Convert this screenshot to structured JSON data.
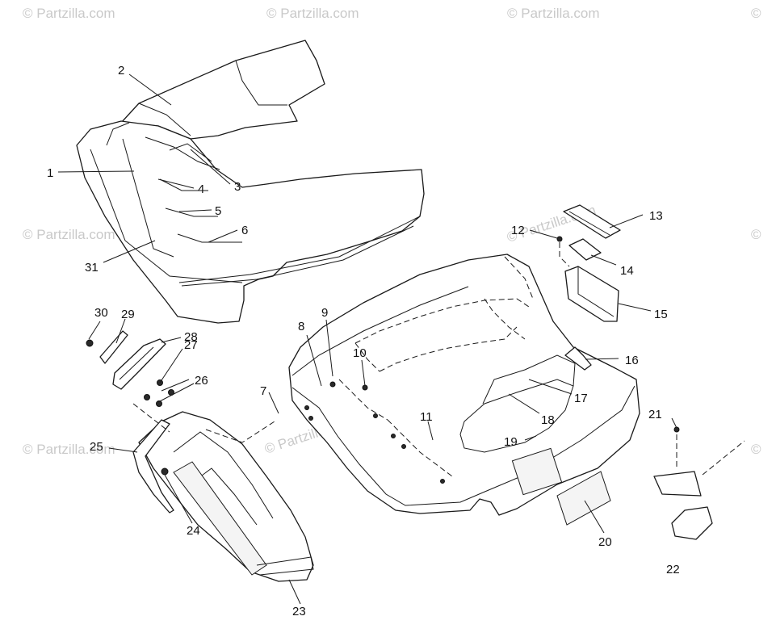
{
  "watermark": {
    "text": "© Partzilla.com",
    "text_short": "© Partzilla",
    "text_edge": "©"
  },
  "callouts": {
    "c1": "1",
    "c2": "2",
    "c3": "3",
    "c4": "4",
    "c5": "5",
    "c6": "6",
    "c7": "7",
    "c8": "8",
    "c9": "9",
    "c10": "10",
    "c11": "11",
    "c12": "12",
    "c13": "13",
    "c14": "14",
    "c15": "15",
    "c16": "16",
    "c17": "17",
    "c18": "18",
    "c19": "19",
    "c20": "20",
    "c21": "21",
    "c22": "22",
    "c23": "23",
    "c24": "24",
    "c25": "25",
    "c26": "26",
    "c27": "27",
    "c28": "28",
    "c29": "29",
    "c30": "30",
    "c31": "31"
  },
  "colors": {
    "line": "#1a1a1a",
    "watermark": "#c9c9c9",
    "background": "#ffffff"
  }
}
